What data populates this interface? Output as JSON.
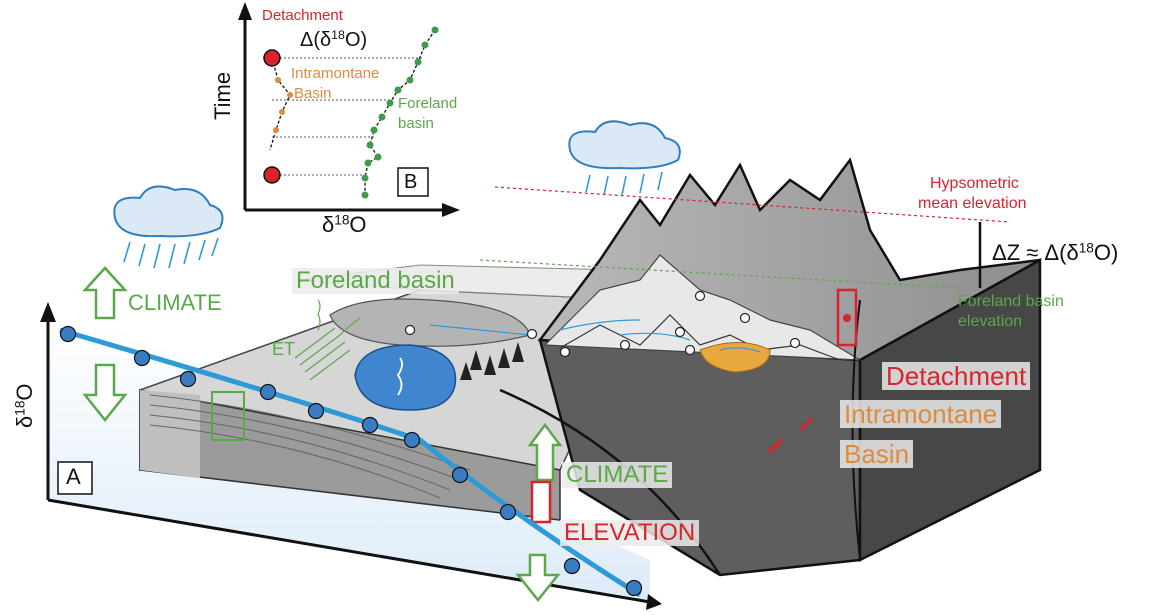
{
  "colors": {
    "climate_green": "#5aa84a",
    "detachment_red": "#d9232d",
    "intramontane_orange": "#e08a3c",
    "isotope_line_blue": "#2e9ad8",
    "point_blue": "#3a7cc2",
    "lake_blue": "#3f86cf",
    "rock_gray": "#5a5a5a"
  },
  "panel_a": {
    "tag": "A",
    "y_axis": "δ18O",
    "climate_label": "CLIMATE",
    "elevation_climate_label": "CLIMATE",
    "elevation_label": "ELEVATION",
    "et_label": "ET",
    "foreland_basin": "Foreland basin",
    "detachment": "Detachment",
    "intramontane_line1": "Intramontane",
    "intramontane_line2": "Basin",
    "hypsometric_line1": "Hypsometric",
    "hypsometric_line2": "mean elevation",
    "foreland_elev_line1": "Foreland basin",
    "foreland_elev_line2": "elevation",
    "delta_z": "ΔZ ≈ Δ(δ18O)"
  },
  "panel_b": {
    "tag": "B",
    "y_axis": "Time",
    "x_axis": "δ18O",
    "detachment": "Detachment",
    "delta": "Δ(δ18O)",
    "intramontane_line1": "Intramontane",
    "intramontane_line2": "Basin",
    "foreland_line1": "Foreland",
    "foreland_line2": "basin"
  }
}
